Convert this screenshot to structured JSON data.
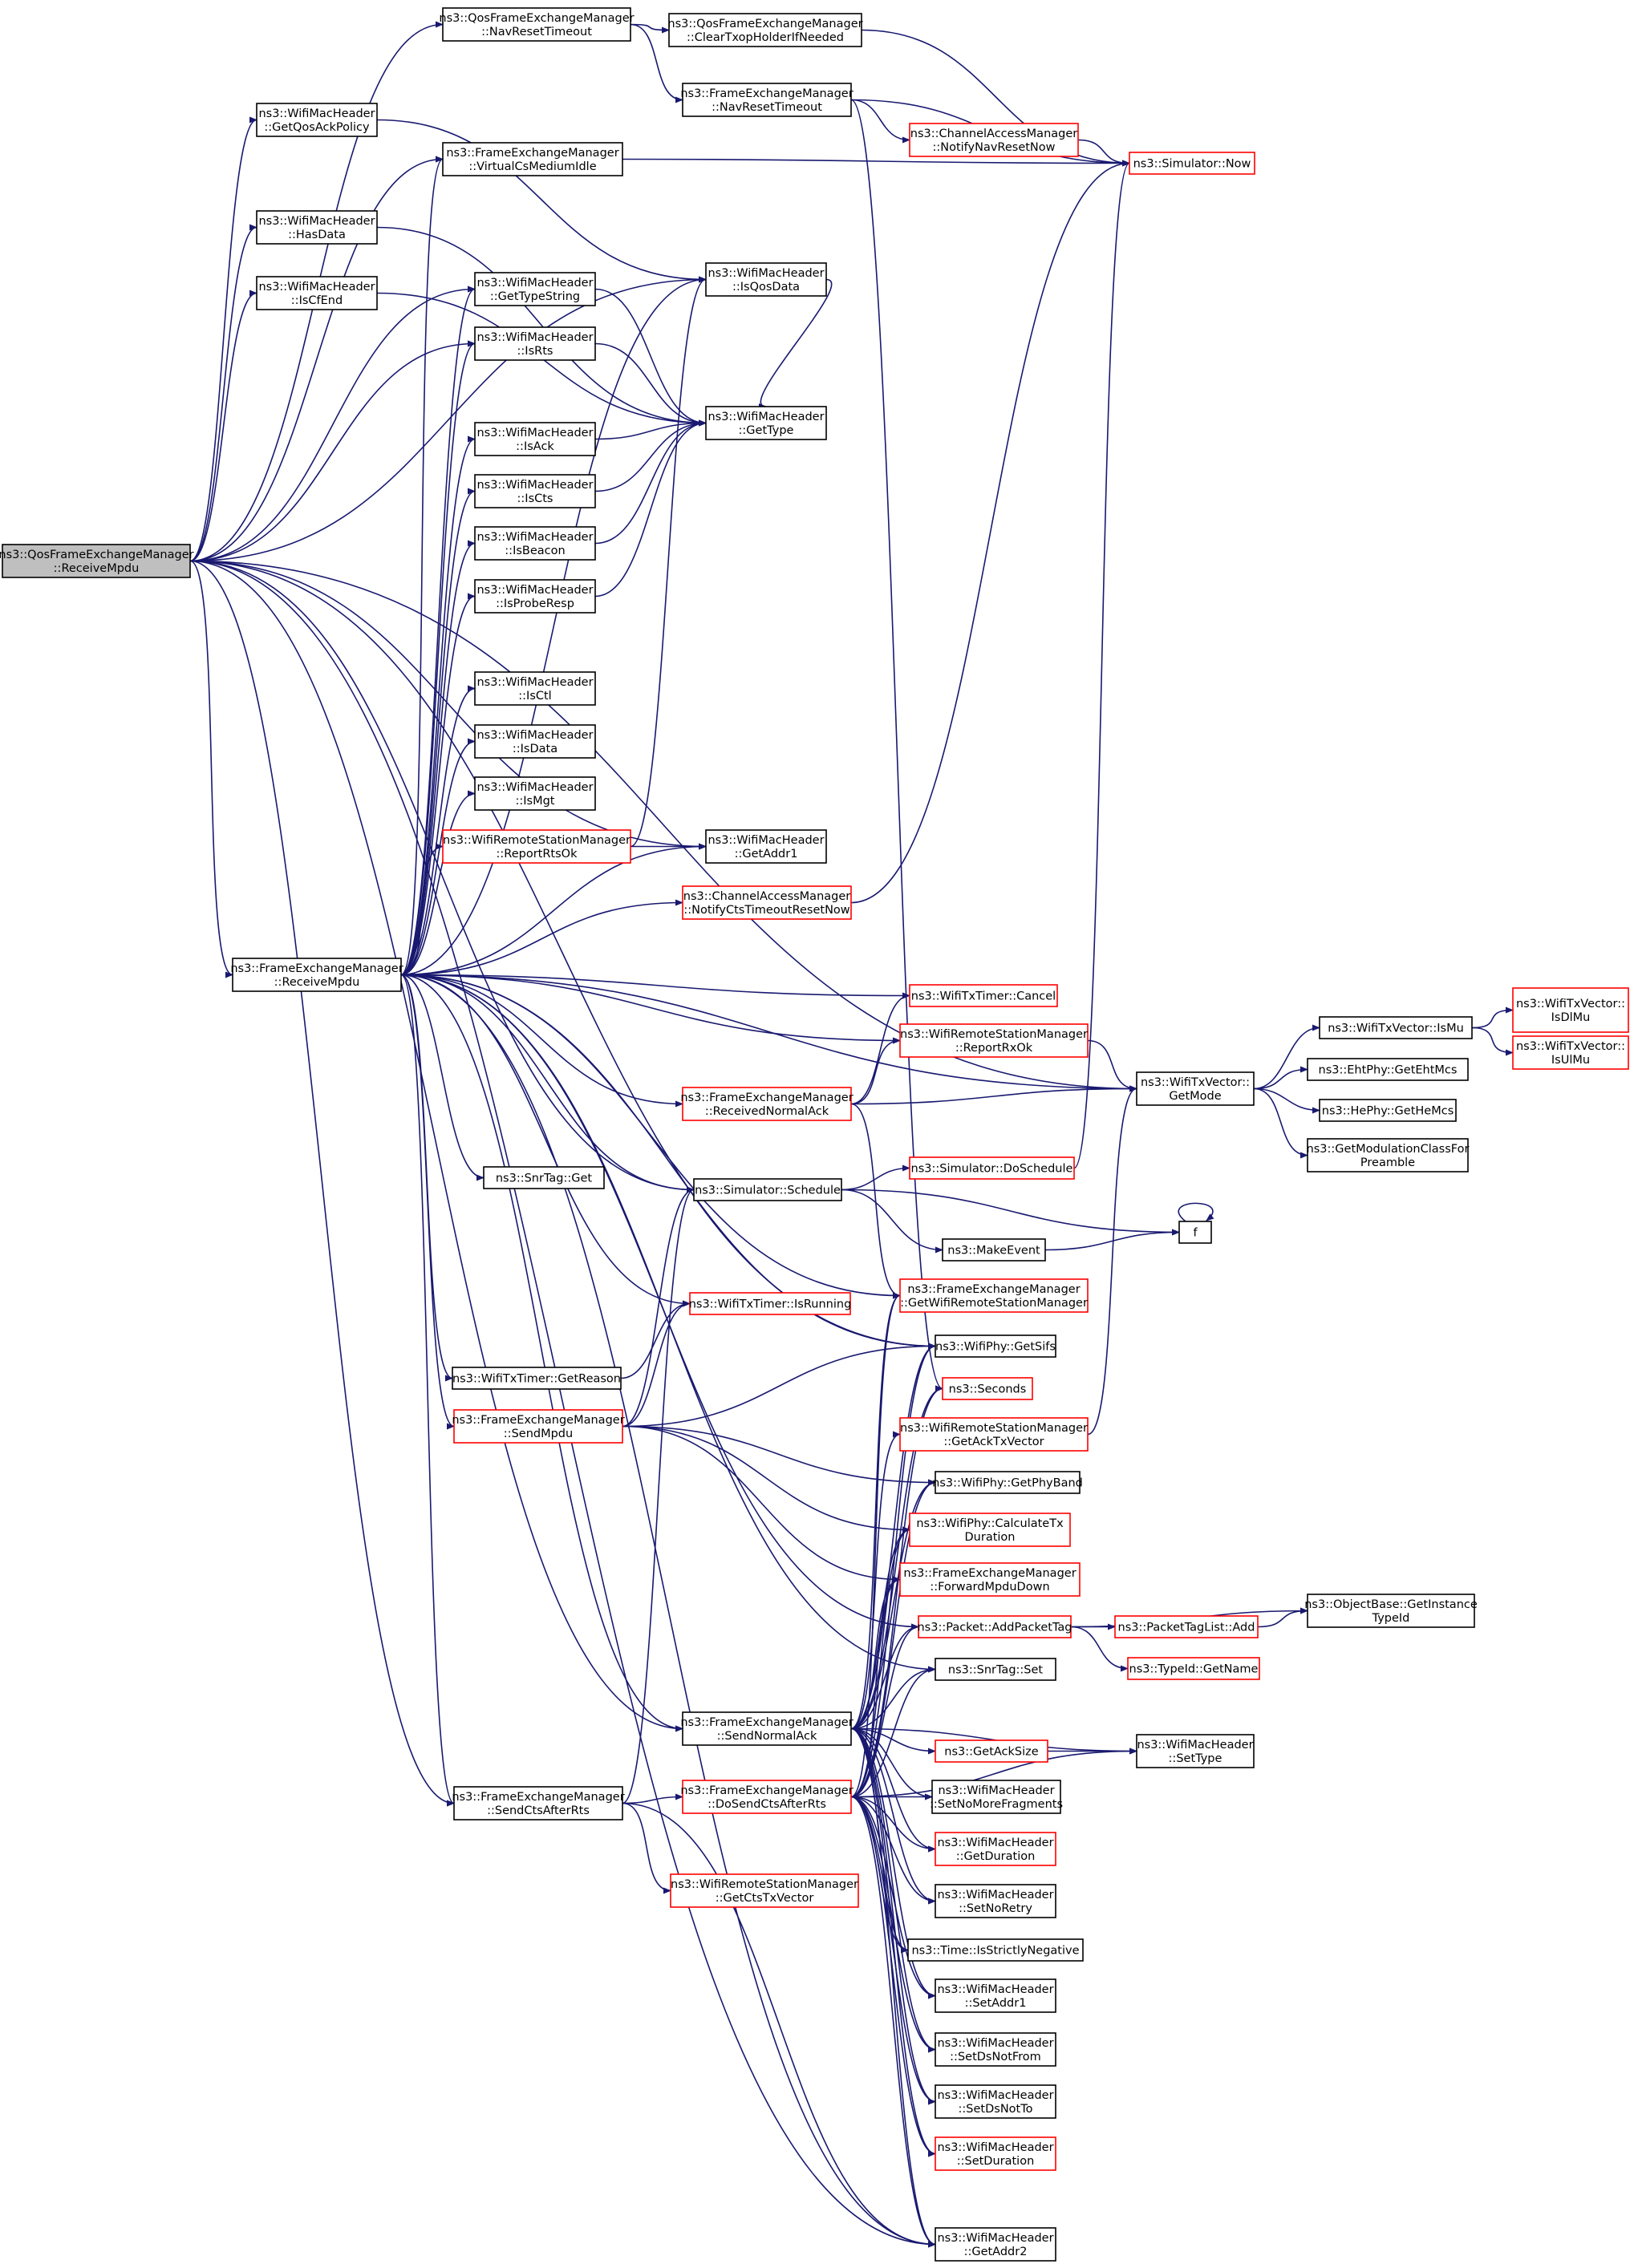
{
  "colors": {
    "edge": "#191970",
    "root_fill": "#bfbfbf",
    "node_fill": "#ffffff",
    "node_border_normal": "#000000",
    "node_border_truncated": "#ff0000"
  },
  "nodes": {
    "qfem_receive": {
      "lines": [
        "ns3::QosFrameExchangeManager",
        "::ReceiveMpdu"
      ],
      "style": "root"
    },
    "qfem_navreset": {
      "lines": [
        "ns3::QosFrameExchangeManager",
        "::NavResetTimeout"
      ],
      "style": "normal"
    },
    "qfem_cleartxop": {
      "lines": [
        "ns3::QosFrameExchangeManager",
        "::ClearTxopHolderIfNeeded"
      ],
      "style": "normal"
    },
    "fem_navreset": {
      "lines": [
        "ns3::FrameExchangeManager",
        "::NavResetTimeout"
      ],
      "style": "normal"
    },
    "cam_notifynav": {
      "lines": [
        "ns3::ChannelAccessManager",
        "::NotifyNavResetNow"
      ],
      "style": "truncated"
    },
    "sim_now": {
      "lines": [
        "ns3::Simulator::Now"
      ],
      "style": "truncated"
    },
    "getqosack": {
      "lines": [
        "ns3::WifiMacHeader",
        "::GetQosAckPolicy"
      ],
      "style": "normal"
    },
    "virtcs": {
      "lines": [
        "ns3::FrameExchangeManager",
        "::VirtualCsMediumIdle"
      ],
      "style": "normal"
    },
    "hasdata": {
      "lines": [
        "ns3::WifiMacHeader",
        "::HasData"
      ],
      "style": "normal"
    },
    "iscfend": {
      "lines": [
        "ns3::WifiMacHeader",
        "::IsCfEnd"
      ],
      "style": "normal"
    },
    "isqosdata": {
      "lines": [
        "ns3::WifiMacHeader",
        "::IsQosData"
      ],
      "style": "normal"
    },
    "gettypestring": {
      "lines": [
        "ns3::WifiMacHeader",
        "::GetTypeString"
      ],
      "style": "normal"
    },
    "isrts": {
      "lines": [
        "ns3::WifiMacHeader",
        "::IsRts"
      ],
      "style": "normal"
    },
    "gettype": {
      "lines": [
        "ns3::WifiMacHeader",
        "::GetType"
      ],
      "style": "normal"
    },
    "isack": {
      "lines": [
        "ns3::WifiMacHeader",
        "::IsAck"
      ],
      "style": "normal"
    },
    "iscts": {
      "lines": [
        "ns3::WifiMacHeader",
        "::IsCts"
      ],
      "style": "normal"
    },
    "isbeacon": {
      "lines": [
        "ns3::WifiMacHeader",
        "::IsBeacon"
      ],
      "style": "normal"
    },
    "isproberesp": {
      "lines": [
        "ns3::WifiMacHeader",
        "::IsProbeResp"
      ],
      "style": "normal"
    },
    "isctl": {
      "lines": [
        "ns3::WifiMacHeader",
        "::IsCtl"
      ],
      "style": "normal"
    },
    "isdata": {
      "lines": [
        "ns3::WifiMacHeader",
        "::IsData"
      ],
      "style": "normal"
    },
    "ismgt": {
      "lines": [
        "ns3::WifiMacHeader",
        "::IsMgt"
      ],
      "style": "normal"
    },
    "reportrtsok": {
      "lines": [
        "ns3::WifiRemoteStationManager",
        "::ReportRtsOk"
      ],
      "style": "truncated"
    },
    "getaddr1": {
      "lines": [
        "ns3::WifiMacHeader",
        "::GetAddr1"
      ],
      "style": "normal"
    },
    "cam_notifycts": {
      "lines": [
        "ns3::ChannelAccessManager",
        "::NotifyCtsTimeoutResetNow"
      ],
      "style": "truncated"
    },
    "fem_receive": {
      "lines": [
        "ns3::FrameExchangeManager",
        "::ReceiveMpdu"
      ],
      "style": "normal"
    },
    "timer_cancel": {
      "lines": [
        "ns3::WifiTxTimer::Cancel"
      ],
      "style": "truncated"
    },
    "reportrxok": {
      "lines": [
        "ns3::WifiRemoteStationManager",
        "::ReportRxOk"
      ],
      "style": "truncated"
    },
    "receivednormalack": {
      "lines": [
        "ns3::FrameExchangeManager",
        "::ReceivedNormalAck"
      ],
      "style": "truncated"
    },
    "getmode": {
      "lines": [
        "ns3::WifiTxVector::",
        "GetMode"
      ],
      "style": "normal"
    },
    "ismu": {
      "lines": [
        "ns3::WifiTxVector::IsMu"
      ],
      "style": "normal"
    },
    "isdlmu": {
      "lines": [
        "ns3::WifiTxVector::",
        "IsDlMu"
      ],
      "style": "truncated"
    },
    "isulmu": {
      "lines": [
        "ns3::WifiTxVector::",
        "IsUlMu"
      ],
      "style": "truncated"
    },
    "getehtmcs": {
      "lines": [
        "ns3::EhtPhy::GetEhtMcs"
      ],
      "style": "normal"
    },
    "gethemcs": {
      "lines": [
        "ns3::HePhy::GetHeMcs"
      ],
      "style": "normal"
    },
    "getmodclass": {
      "lines": [
        "ns3::GetModulationClassFor",
        "Preamble"
      ],
      "style": "normal"
    },
    "snrtag_get": {
      "lines": [
        "ns3::SnrTag::Get"
      ],
      "style": "normal"
    },
    "sim_schedule": {
      "lines": [
        "ns3::Simulator::Schedule"
      ],
      "style": "normal"
    },
    "sim_doschedule": {
      "lines": [
        "ns3::Simulator::DoSchedule"
      ],
      "style": "truncated"
    },
    "makeevent": {
      "lines": [
        "ns3::MakeEvent"
      ],
      "style": "normal"
    },
    "f": {
      "lines": [
        "f"
      ],
      "style": "normal"
    },
    "getwrsm": {
      "lines": [
        "ns3::FrameExchangeManager",
        "::GetWifiRemoteStationManager"
      ],
      "style": "truncated"
    },
    "timer_isrunning": {
      "lines": [
        "ns3::WifiTxTimer::IsRunning"
      ],
      "style": "truncated"
    },
    "getsifs": {
      "lines": [
        "ns3::WifiPhy::GetSifs"
      ],
      "style": "normal"
    },
    "timer_getreason": {
      "lines": [
        "ns3::WifiTxTimer::GetReason"
      ],
      "style": "normal"
    },
    "seconds": {
      "lines": [
        "ns3::Seconds"
      ],
      "style": "truncated"
    },
    "sendmpdu": {
      "lines": [
        "ns3::FrameExchangeManager",
        "::SendMpdu"
      ],
      "style": "truncated"
    },
    "getacktxvector": {
      "lines": [
        "ns3::WifiRemoteStationManager",
        "::GetAckTxVector"
      ],
      "style": "truncated"
    },
    "getphyband": {
      "lines": [
        "ns3::WifiPhy::GetPhyBand"
      ],
      "style": "normal"
    },
    "calctxduration": {
      "lines": [
        "ns3::WifiPhy::CalculateTx",
        "Duration"
      ],
      "style": "truncated"
    },
    "forwardmpdudown": {
      "lines": [
        "ns3::FrameExchangeManager",
        "::ForwardMpduDown"
      ],
      "style": "truncated"
    },
    "addpackettag": {
      "lines": [
        "ns3::Packet::AddPacketTag"
      ],
      "style": "truncated"
    },
    "objbase_gettypeid": {
      "lines": [
        "ns3::ObjectBase::GetInstance",
        "TypeId"
      ],
      "style": "normal"
    },
    "ptaglist_add": {
      "lines": [
        "ns3::PacketTagList::Add"
      ],
      "style": "truncated"
    },
    "typeid_getname": {
      "lines": [
        "ns3::TypeId::GetName"
      ],
      "style": "truncated"
    },
    "snrtag_set": {
      "lines": [
        "ns3::SnrTag::Set"
      ],
      "style": "normal"
    },
    "sendnormalack": {
      "lines": [
        "ns3::FrameExchangeManager",
        "::SendNormalAck"
      ],
      "style": "normal"
    },
    "settype": {
      "lines": [
        "ns3::WifiMacHeader",
        "::SetType"
      ],
      "style": "normal"
    },
    "getacksize": {
      "lines": [
        "ns3::GetAckSize"
      ],
      "style": "truncated"
    },
    "setnomorefrag": {
      "lines": [
        "ns3::WifiMacHeader",
        "::SetNoMoreFragments"
      ],
      "style": "normal"
    },
    "sendctsafterrts": {
      "lines": [
        "ns3::FrameExchangeManager",
        "::SendCtsAfterRts"
      ],
      "style": "normal"
    },
    "dosendcts": {
      "lines": [
        "ns3::FrameExchangeManager",
        "::DoSendCtsAfterRts"
      ],
      "style": "truncated"
    },
    "getduration": {
      "lines": [
        "ns3::WifiMacHeader",
        "::GetDuration"
      ],
      "style": "truncated"
    },
    "getctstxvector": {
      "lines": [
        "ns3::WifiRemoteStationManager",
        "::GetCtsTxVector"
      ],
      "style": "truncated"
    },
    "setnoretry": {
      "lines": [
        "ns3::WifiMacHeader",
        "::SetNoRetry"
      ],
      "style": "normal"
    },
    "isstrictlyneg": {
      "lines": [
        "ns3::Time::IsStrictlyNegative"
      ],
      "style": "normal"
    },
    "setaddr1": {
      "lines": [
        "ns3::WifiMacHeader",
        "::SetAddr1"
      ],
      "style": "normal"
    },
    "setdsnotfrom": {
      "lines": [
        "ns3::WifiMacHeader",
        "::SetDsNotFrom"
      ],
      "style": "normal"
    },
    "setdsnotto": {
      "lines": [
        "ns3::WifiMacHeader",
        "::SetDsNotTo"
      ],
      "style": "normal"
    },
    "setduration": {
      "lines": [
        "ns3::WifiMacHeader",
        "::SetDuration"
      ],
      "style": "truncated"
    },
    "getaddr2": {
      "lines": [
        "ns3::WifiMacHeader",
        "::GetAddr2"
      ],
      "style": "normal"
    }
  },
  "edges": [
    [
      "qfem_receive",
      "qfem_navreset"
    ],
    [
      "qfem_receive",
      "getqosack"
    ],
    [
      "qfem_receive",
      "virtcs"
    ],
    [
      "qfem_receive",
      "hasdata"
    ],
    [
      "qfem_receive",
      "iscfend"
    ],
    [
      "qfem_receive",
      "gettypestring"
    ],
    [
      "qfem_receive",
      "isrts"
    ],
    [
      "qfem_receive",
      "isqosdata"
    ],
    [
      "qfem_receive",
      "getaddr1"
    ],
    [
      "qfem_receive",
      "fem_receive"
    ],
    [
      "qfem_receive",
      "getmode"
    ],
    [
      "qfem_receive",
      "sim_schedule"
    ],
    [
      "qfem_receive",
      "getsifs"
    ],
    [
      "qfem_receive",
      "sendnormalack"
    ],
    [
      "qfem_receive",
      "sendctsafterrts"
    ],
    [
      "qfem_receive",
      "getaddr2"
    ],
    [
      "qfem_navreset",
      "qfem_cleartxop"
    ],
    [
      "qfem_navreset",
      "fem_navreset"
    ],
    [
      "qfem_cleartxop",
      "sim_now"
    ],
    [
      "fem_navreset",
      "cam_notifynav"
    ],
    [
      "fem_navreset",
      "sim_now"
    ],
    [
      "fem_navreset",
      "seconds"
    ],
    [
      "cam_notifynav",
      "sim_now"
    ],
    [
      "virtcs",
      "sim_now"
    ],
    [
      "getqosack",
      "isqosdata"
    ],
    [
      "hasdata",
      "gettype"
    ],
    [
      "iscfend",
      "gettype"
    ],
    [
      "gettypestring",
      "gettype"
    ],
    [
      "isqosdata",
      "gettype"
    ],
    [
      "isrts",
      "gettype"
    ],
    [
      "isack",
      "gettype"
    ],
    [
      "iscts",
      "gettype"
    ],
    [
      "isbeacon",
      "gettype"
    ],
    [
      "isproberesp",
      "gettype"
    ],
    [
      "reportrtsok",
      "isqosdata"
    ],
    [
      "reportrtsok",
      "getaddr1"
    ],
    [
      "cam_notifycts",
      "sim_now"
    ],
    [
      "fem_receive",
      "virtcs"
    ],
    [
      "fem_receive",
      "gettypestring"
    ],
    [
      "fem_receive",
      "isrts"
    ],
    [
      "fem_receive",
      "isqosdata"
    ],
    [
      "fem_receive",
      "isack"
    ],
    [
      "fem_receive",
      "iscts"
    ],
    [
      "fem_receive",
      "isbeacon"
    ],
    [
      "fem_receive",
      "isproberesp"
    ],
    [
      "fem_receive",
      "isctl"
    ],
    [
      "fem_receive",
      "isdata"
    ],
    [
      "fem_receive",
      "ismgt"
    ],
    [
      "fem_receive",
      "reportrtsok"
    ],
    [
      "fem_receive",
      "getaddr1"
    ],
    [
      "fem_receive",
      "cam_notifycts"
    ],
    [
      "fem_receive",
      "timer_cancel"
    ],
    [
      "fem_receive",
      "reportrxok"
    ],
    [
      "fem_receive",
      "receivednormalack"
    ],
    [
      "fem_receive",
      "getmode"
    ],
    [
      "fem_receive",
      "snrtag_get"
    ],
    [
      "fem_receive",
      "sim_schedule"
    ],
    [
      "fem_receive",
      "getwrsm"
    ],
    [
      "fem_receive",
      "timer_isrunning"
    ],
    [
      "fem_receive",
      "timer_getreason"
    ],
    [
      "fem_receive",
      "getsifs"
    ],
    [
      "fem_receive",
      "sendmpdu"
    ],
    [
      "fem_receive",
      "addpackettag"
    ],
    [
      "fem_receive",
      "snrtag_set"
    ],
    [
      "fem_receive",
      "sendnormalack"
    ],
    [
      "fem_receive",
      "sendctsafterrts"
    ],
    [
      "fem_receive",
      "getaddr2"
    ],
    [
      "receivednormalack",
      "timer_cancel"
    ],
    [
      "receivednormalack",
      "reportrxok"
    ],
    [
      "receivednormalack",
      "getmode"
    ],
    [
      "receivednormalack",
      "getwrsm"
    ],
    [
      "reportrxok",
      "getmode"
    ],
    [
      "getmode",
      "ismu"
    ],
    [
      "getmode",
      "getehtmcs"
    ],
    [
      "getmode",
      "gethemcs"
    ],
    [
      "getmode",
      "getmodclass"
    ],
    [
      "ismu",
      "isdlmu"
    ],
    [
      "ismu",
      "isulmu"
    ],
    [
      "sim_schedule",
      "sim_doschedule"
    ],
    [
      "sim_schedule",
      "makeevent"
    ],
    [
      "sim_schedule",
      "f"
    ],
    [
      "sim_doschedule",
      "sim_now"
    ],
    [
      "makeevent",
      "f"
    ],
    [
      "f",
      "f"
    ],
    [
      "timer_getreason",
      "timer_isrunning"
    ],
    [
      "sendmpdu",
      "timer_isrunning"
    ],
    [
      "sendmpdu",
      "sim_schedule"
    ],
    [
      "sendmpdu",
      "getsifs"
    ],
    [
      "sendmpdu",
      "getphyband"
    ],
    [
      "sendmpdu",
      "calctxduration"
    ],
    [
      "sendmpdu",
      "forwardmpdudown"
    ],
    [
      "getacktxvector",
      "getmode"
    ],
    [
      "addpackettag",
      "objbase_gettypeid"
    ],
    [
      "addpackettag",
      "ptaglist_add"
    ],
    [
      "addpackettag",
      "typeid_getname"
    ],
    [
      "ptaglist_add",
      "objbase_gettypeid"
    ],
    [
      "sendnormalack",
      "getwrsm"
    ],
    [
      "sendnormalack",
      "getsifs"
    ],
    [
      "sendnormalack",
      "seconds"
    ],
    [
      "sendnormalack",
      "getacktxvector"
    ],
    [
      "sendnormalack",
      "getphyband"
    ],
    [
      "sendnormalack",
      "calctxduration"
    ],
    [
      "sendnormalack",
      "forwardmpdudown"
    ],
    [
      "sendnormalack",
      "addpackettag"
    ],
    [
      "sendnormalack",
      "snrtag_set"
    ],
    [
      "sendnormalack",
      "settype"
    ],
    [
      "sendnormalack",
      "getacksize"
    ],
    [
      "sendnormalack",
      "setnomorefrag"
    ],
    [
      "sendnormalack",
      "getduration"
    ],
    [
      "sendnormalack",
      "setnoretry"
    ],
    [
      "sendnormalack",
      "isstrictlyneg"
    ],
    [
      "sendnormalack",
      "setaddr1"
    ],
    [
      "sendnormalack",
      "setdsnotfrom"
    ],
    [
      "sendnormalack",
      "setdsnotto"
    ],
    [
      "sendnormalack",
      "setduration"
    ],
    [
      "sendnormalack",
      "getaddr2"
    ],
    [
      "getacksize",
      "settype"
    ],
    [
      "sendctsafterrts",
      "dosendcts"
    ],
    [
      "sendctsafterrts",
      "getctstxvector"
    ],
    [
      "sendctsafterrts",
      "sim_schedule"
    ],
    [
      "sendctsafterrts",
      "getaddr2"
    ],
    [
      "dosendcts",
      "getwrsm"
    ],
    [
      "dosendcts",
      "getsifs"
    ],
    [
      "dosendcts",
      "seconds"
    ],
    [
      "dosendcts",
      "getphyband"
    ],
    [
      "dosendcts",
      "calctxduration"
    ],
    [
      "dosendcts",
      "forwardmpdudown"
    ],
    [
      "dosendcts",
      "addpackettag"
    ],
    [
      "dosendcts",
      "snrtag_set"
    ],
    [
      "dosendcts",
      "settype"
    ],
    [
      "dosendcts",
      "setnomorefrag"
    ],
    [
      "dosendcts",
      "getduration"
    ],
    [
      "dosendcts",
      "setnoretry"
    ],
    [
      "dosendcts",
      "isstrictlyneg"
    ],
    [
      "dosendcts",
      "setaddr1"
    ],
    [
      "dosendcts",
      "setdsnotfrom"
    ],
    [
      "dosendcts",
      "setdsnotto"
    ],
    [
      "dosendcts",
      "setduration"
    ],
    [
      "dosendcts",
      "getaddr2"
    ]
  ]
}
